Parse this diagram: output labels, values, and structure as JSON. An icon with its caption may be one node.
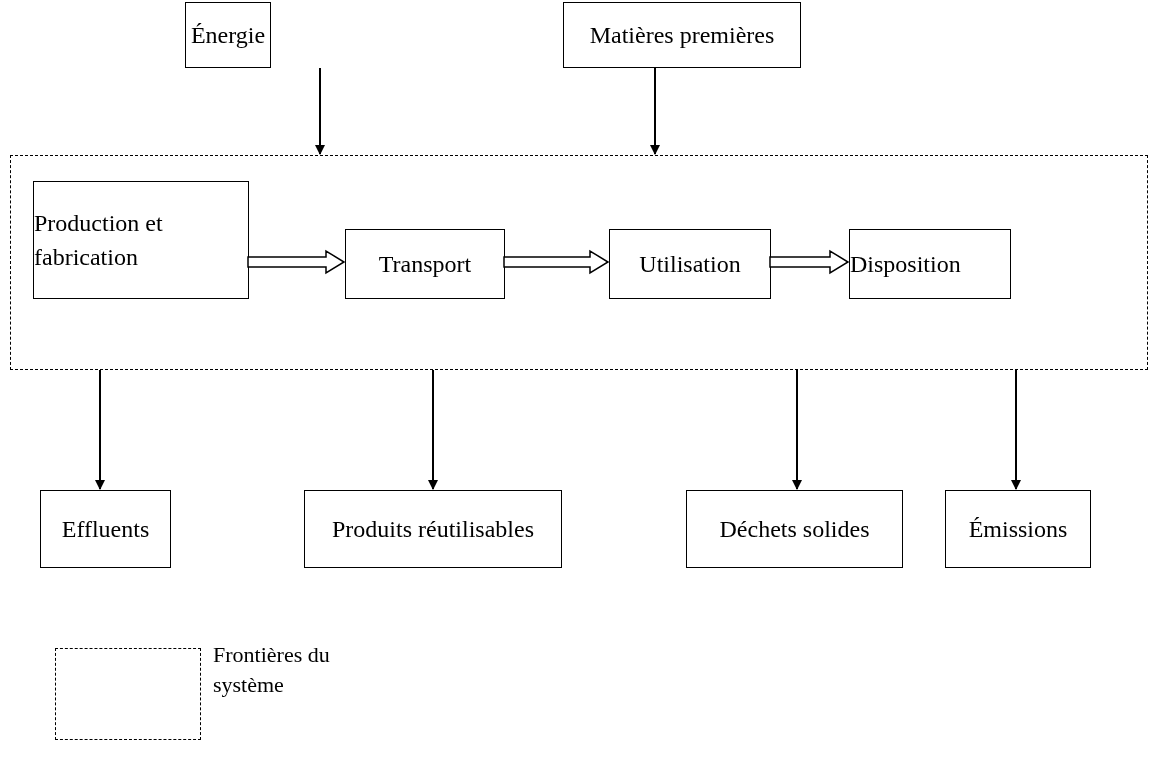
{
  "diagram": {
    "nodes": [
      {
        "text": [
          "Énergie"
        ]
      },
      {
        "text": [
          "Matières premières"
        ]
      },
      {
        "text": [],
        "shape": "box"
      },
      {
        "text": [
          "Production et fabrication"
        ],
        "in": 2
      },
      {
        "text": [
          "Transport"
        ],
        "in": 2
      },
      {
        "text": [
          "Utilisation"
        ],
        "in": 2
      },
      {
        "text": [
          "Disposition"
        ],
        "in": 2
      },
      {
        "text": [
          "Effluents"
        ]
      },
      {
        "text": [
          "Produits réutilisables"
        ]
      },
      {
        "text": [
          "Déchets solides"
        ]
      },
      {
        "text": [
          "Émissions"
        ]
      }
    ],
    "edges": [
      {
        "from": 0,
        "to": 2,
        "arrow": "to"
      },
      {
        "from": 1,
        "to": 2,
        "arrow": "to"
      },
      {
        "from": 3,
        "to": 4,
        "arrow": "to",
        "style": "thick"
      },
      {
        "from": 4,
        "to": 5,
        "arrow": "to",
        "style": "thick"
      },
      {
        "from": 5,
        "to": 6,
        "arrow": "to",
        "style": "thick"
      },
      {
        "from": 2,
        "to": 7,
        "arrow": "to"
      },
      {
        "from": 2,
        "to": 8,
        "arrow": "to"
      },
      {
        "from": 2,
        "to": 9,
        "arrow": "to"
      },
      {
        "from": 2,
        "to": 10,
        "arrow": "to"
      }
    ],
    "legend": [
      {
        "text": "Frontières du système"
      }
    ]
  }
}
